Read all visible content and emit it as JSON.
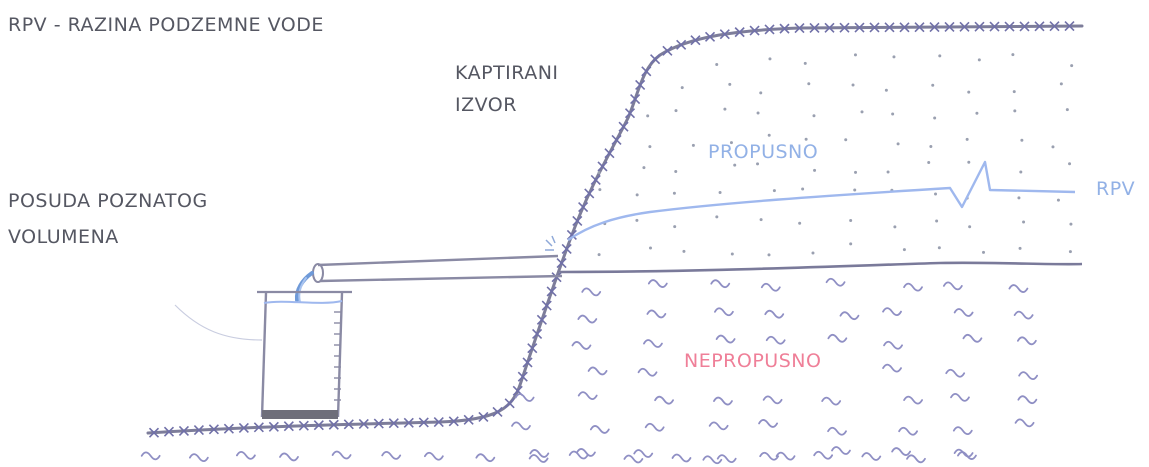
{
  "labels": {
    "legend": "RPV - RAZINA PODZEMNE VODE",
    "spring_line1": "KAPTIRANI",
    "spring_line2": "IZVOR",
    "vessel_line1": "POSUDA POZNATOG",
    "vessel_line2": "VOLUMENA",
    "permeable": "PROPUSNO",
    "water_level": "RPV",
    "impermeable": "NEPROPUSNO"
  },
  "colors": {
    "outline": "#7d7d9a",
    "hatch": "#7070a8",
    "water_line": "#9fb8ee",
    "water_splash": "#6f9ad8",
    "wave": "#8f8fc4",
    "dots": "#9aa0b0",
    "text": "#555762",
    "text_blue": "#92b1e6",
    "text_pink": "#ef7f98",
    "vessel_base": "#6e6e7a"
  }
}
